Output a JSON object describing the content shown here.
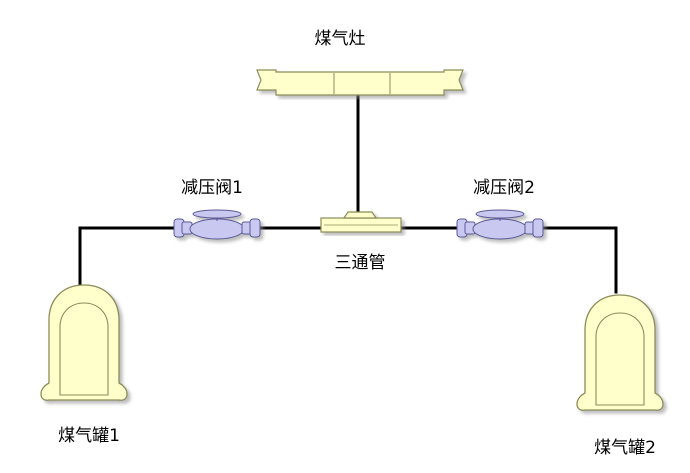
{
  "labels": {
    "stove": "煤气灶",
    "valve1": "减压阀1",
    "valve2": "减压阀2",
    "tee": "三通管",
    "tank1": "煤气罐1",
    "tank2": "煤气罐2"
  },
  "colors": {
    "cream_fill": "#FFFFCC",
    "cream_stroke": "#8C8C5A",
    "valve_fill": "#C8C8F0",
    "valve_stroke": "#5A5A96",
    "pipe": "#000000"
  }
}
